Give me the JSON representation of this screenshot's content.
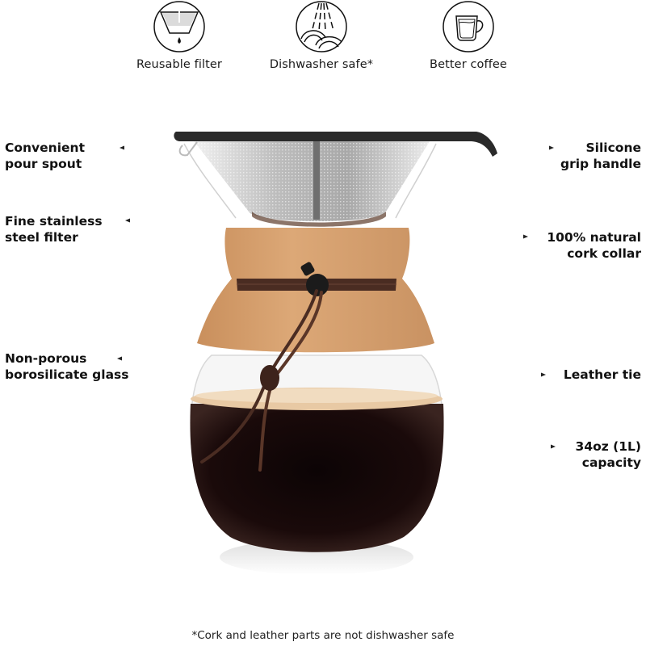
{
  "features": [
    {
      "icon": "filter-drip-icon",
      "label": "Reusable filter"
    },
    {
      "icon": "dishwasher-icon",
      "label": "Dishwasher safe*"
    },
    {
      "icon": "coffee-cup-icon",
      "label": "Better coffee"
    }
  ],
  "callouts": {
    "left": [
      {
        "line1": "Convenient",
        "line2": "pour spout"
      },
      {
        "line1": "Fine stainless",
        "line2": "steel filter"
      },
      {
        "line1": "Non-porous",
        "line2": "borosilicate glass"
      }
    ],
    "right": [
      {
        "line1": "Silicone",
        "line2": "grip handle"
      },
      {
        "line1": "100% natural",
        "line2": "cork collar"
      },
      {
        "line1": "Leather tie",
        "line2": ""
      },
      {
        "line1": "34oz (1L)",
        "line2": "capacity"
      }
    ]
  },
  "footnote": "*Cork and leather parts are not dishwasher safe",
  "colors": {
    "cork": "#d9a574",
    "coffee": "#1c0c0a",
    "crema": "#e8c9a4",
    "leather": "#4a2c22",
    "silicone": "#2a2a2a",
    "steel": "#c8c8c8"
  }
}
